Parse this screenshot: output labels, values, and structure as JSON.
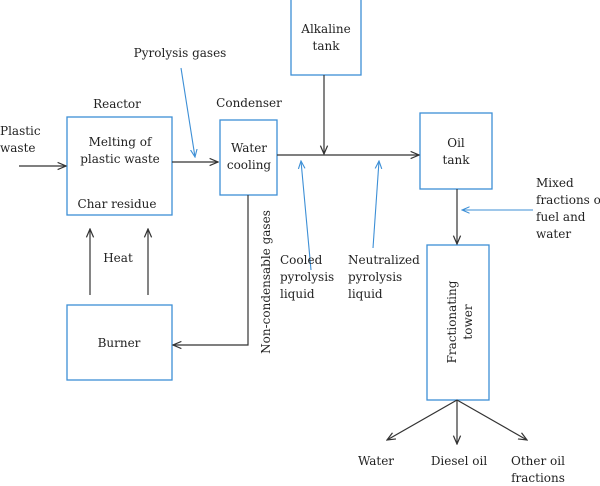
{
  "colors": {
    "box_border": "#3d8fd6",
    "annotation_arrow": "#3d8fd6",
    "flow_arrow": "#333333"
  },
  "labels": {
    "plastic_waste": [
      "Plastic",
      "waste"
    ],
    "reactor_title": "Reactor",
    "reactor_text": [
      "Melting of",
      "plastic waste"
    ],
    "char_residue": "Char residue",
    "pyrolysis_gases": "Pyrolysis gases",
    "condenser_title": "Condenser",
    "condenser_text": [
      "Water",
      "cooling"
    ],
    "alkaline_tank": [
      "Alkaline",
      "tank"
    ],
    "oil_tank": [
      "Oil",
      "tank"
    ],
    "mixed_fractions": [
      "Mixed",
      "fractions of",
      "fuel and",
      "water"
    ],
    "heat": "Heat",
    "burner": "Burner",
    "non_condensable": "Non-condensable gases",
    "cooled_liquid": [
      "Cooled",
      "pyrolysis",
      "liquid"
    ],
    "neutralized_liquid": [
      "Neutralized",
      "pyrolysis",
      "liquid"
    ],
    "fractionating_tower": [
      "Fractionating",
      "tower"
    ],
    "water": "Water",
    "diesel_oil": "Diesel oil",
    "other_oil": [
      "Other oil",
      "fractions"
    ]
  }
}
